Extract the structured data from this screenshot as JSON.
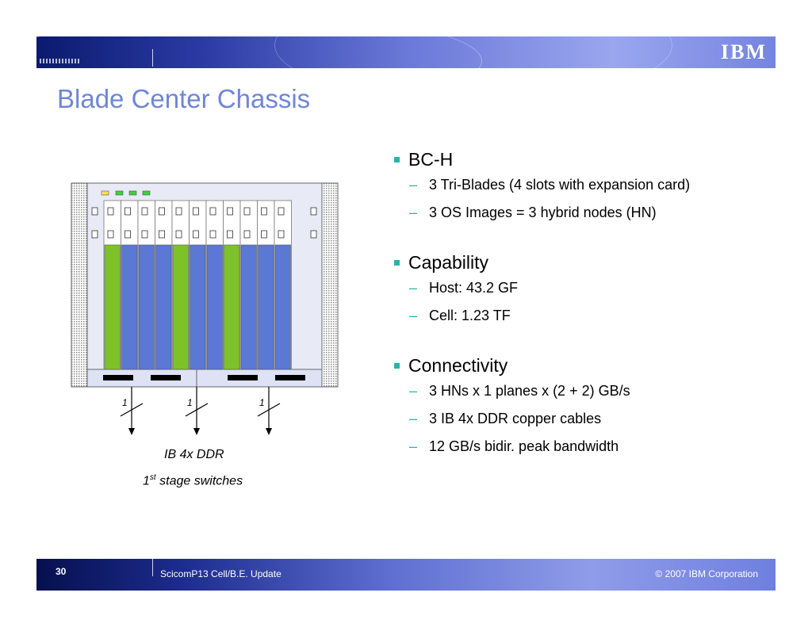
{
  "header": {
    "logo_text": "IBM"
  },
  "title": "Blade Center Chassis",
  "sections": [
    {
      "heading": "BC-H",
      "items": [
        "3 Tri-Blades (4 slots with expansion card)",
        "3 OS Images = 3 hybrid nodes (HN)"
      ]
    },
    {
      "heading": "Capability",
      "items": [
        "Host: 43.2 GF",
        "Cell: 1.23 TF"
      ]
    },
    {
      "heading": "Connectivity",
      "items": [
        "3 HNs x 1 planes x (2 + 2) GB/s",
        "3 IB 4x DDR copper cables",
        "12 GB/s bidir. peak bandwidth"
      ]
    }
  ],
  "diagram": {
    "blade_colors": [
      "green",
      "blue",
      "blue",
      "blue",
      "green",
      "blue",
      "blue",
      "green",
      "blue",
      "blue",
      "blue"
    ],
    "cable_labels": [
      "1",
      "1",
      "1"
    ],
    "caption_line1": "IB 4x DDR",
    "caption_line2_num": "1",
    "caption_line2_sup": "st",
    "caption_line2_rest": " stage switches",
    "colors": {
      "green": "#7ec22a",
      "blue": "#5a78d4",
      "chassis": "#e8eaf6"
    }
  },
  "footer": {
    "page_number": "30",
    "presentation": "ScicomP13  Cell/B.E. Update",
    "copyright": "© 2007 IBM Corporation"
  }
}
